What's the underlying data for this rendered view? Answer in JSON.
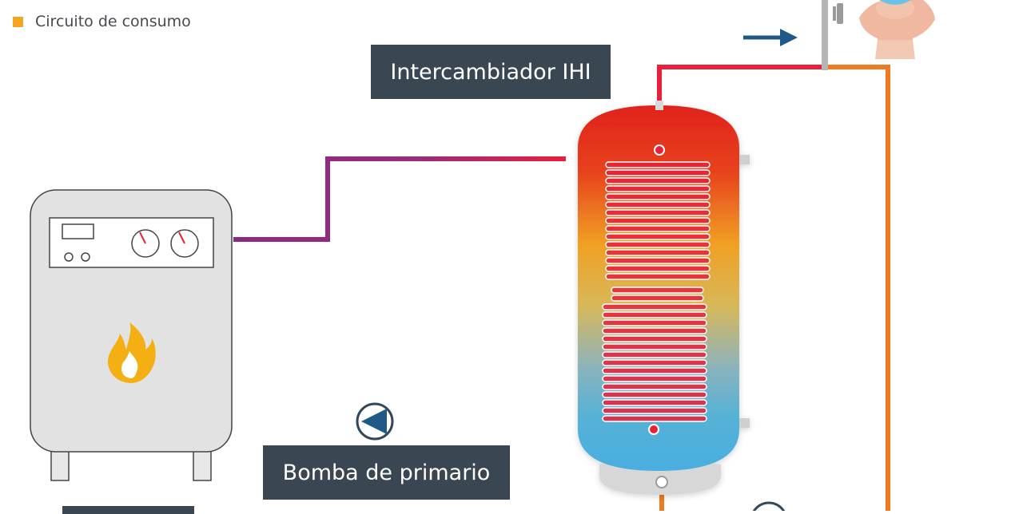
{
  "legend": {
    "items": [
      {
        "label": "Circuito de consumo",
        "color": "#f5a524"
      }
    ]
  },
  "labels": {
    "intercambiador": "Intercambiador IHI",
    "bomba": "Bomba de primario"
  },
  "colors": {
    "primary_hot": "#e8203a",
    "primary_mid": "#8a2a86",
    "primary_return": "#7b82c4",
    "consumo": "#f07a1e",
    "tag_background": "#3a4753",
    "flow_arrow": "#1e5a86",
    "flame": "#f4b013"
  },
  "icons": {
    "boiler": "boiler-icon",
    "flame": "flame-icon",
    "pump": "pump-icon",
    "shower": "shower-icon",
    "person": "person-icon",
    "arrow": "arrow-right-icon"
  }
}
